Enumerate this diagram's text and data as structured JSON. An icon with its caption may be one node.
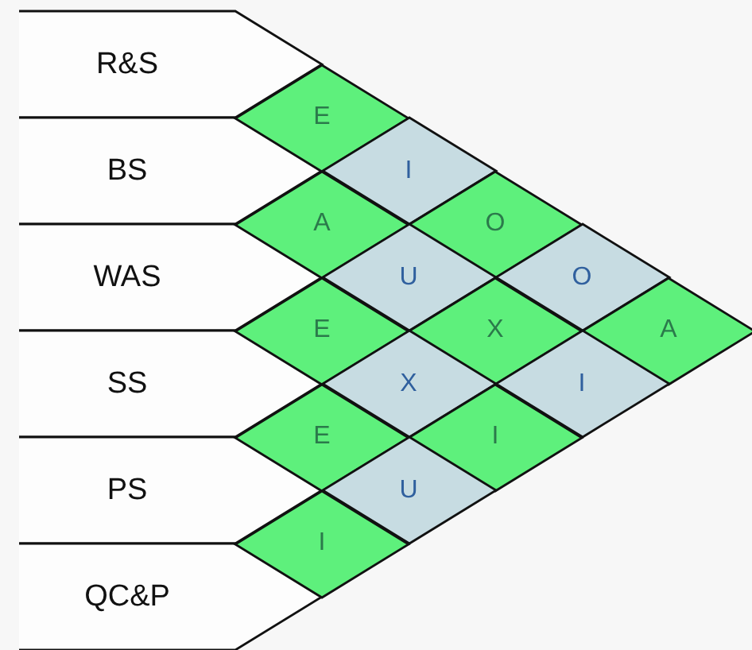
{
  "diagram": {
    "nodes": [
      {
        "text": [
          "R&S"
        ]
      },
      {
        "text": [
          "BS"
        ]
      },
      {
        "text": [
          "WAS"
        ]
      },
      {
        "text": [
          "SS"
        ]
      },
      {
        "text": [
          "PS"
        ]
      },
      {
        "text": [
          "QC&P"
        ]
      },
      {
        "text": [
          "E"
        ]
      },
      {
        "text": [
          "I"
        ]
      },
      {
        "text": [
          "A"
        ]
      },
      {
        "text": [
          "O"
        ]
      },
      {
        "text": [
          "U"
        ]
      },
      {
        "text": [
          "E"
        ]
      },
      {
        "text": [
          "O"
        ]
      },
      {
        "text": [
          "X"
        ]
      },
      {
        "text": [
          "A"
        ]
      },
      {
        "text": [
          "X"
        ]
      },
      {
        "text": [
          "I"
        ]
      },
      {
        "text": [
          "E"
        ]
      },
      {
        "text": [
          "I"
        ]
      },
      {
        "text": [
          "U"
        ]
      },
      {
        "text": [
          "I"
        ]
      }
    ]
  }
}
